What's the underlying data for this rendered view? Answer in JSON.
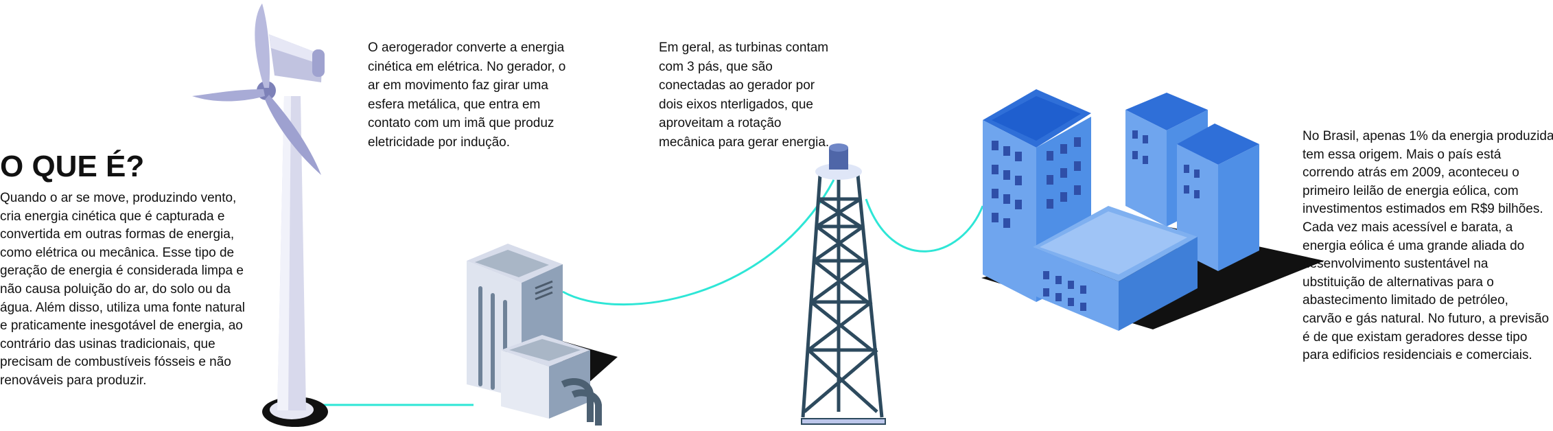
{
  "title": "O QUE É?",
  "intro_lines": [
    "Quando o ar se move, produzindo vento,",
    "cria energia cinética que é capturada e",
    "convertida em outras formas de energia,",
    "como elétrica ou mecânica. Esse tipo de",
    "geração de energia é considerada limpa e",
    "não causa poluição do ar, do solo ou da",
    "água. Além disso, utiliza uma fonte natural",
    "e praticamente inesgotável de energia, ao",
    "contrário das usinas tradicionais, que",
    "precisam de combustíveis fósseis e não",
    "renováveis para produzir."
  ],
  "generator_lines": [
    "O aerogerador converte a energia",
    "cinética em elétrica. No gerador, o",
    "ar em movimento faz girar uma",
    "esfera metálica, que entra em",
    "contato com um imã que produz",
    "eletricidade por indução."
  ],
  "turbine_lines": [
    "Em geral, as turbinas contam",
    "com 3 pás, que são",
    "conectadas ao gerador por",
    "dois eixos  nterligados, que",
    "aproveitam a rotação",
    "mecânica para gerar energia."
  ],
  "brasil_lines": [
    "No Brasil, apenas 1% da energia produzida",
    "tem essa origem. Mais  o país está",
    "correndo atrás em 2009, aconteceu o",
    "primeiro leilão de energia eólica, com",
    "investimentos estimados em R$9 bilhões.",
    "Cada vez mais acessível e barata, a",
    "energia eólica é uma grande aliada do",
    "desenvolvimento sustentável na",
    "ubstituição de alternativas para o",
    "abastecimento limitado de petróleo,",
    "carvão e gás natural. No futuro, a previsão",
    "é de que existam geradores desse tipo",
    "para edificios residenciais e comerciais."
  ],
  "colors": {
    "wire": "#2ee6d6",
    "building": "#4f8fe6",
    "building_dark": "#2f5fb8",
    "tower": "#2d4a5e",
    "turbine": "#c9cbe6"
  }
}
